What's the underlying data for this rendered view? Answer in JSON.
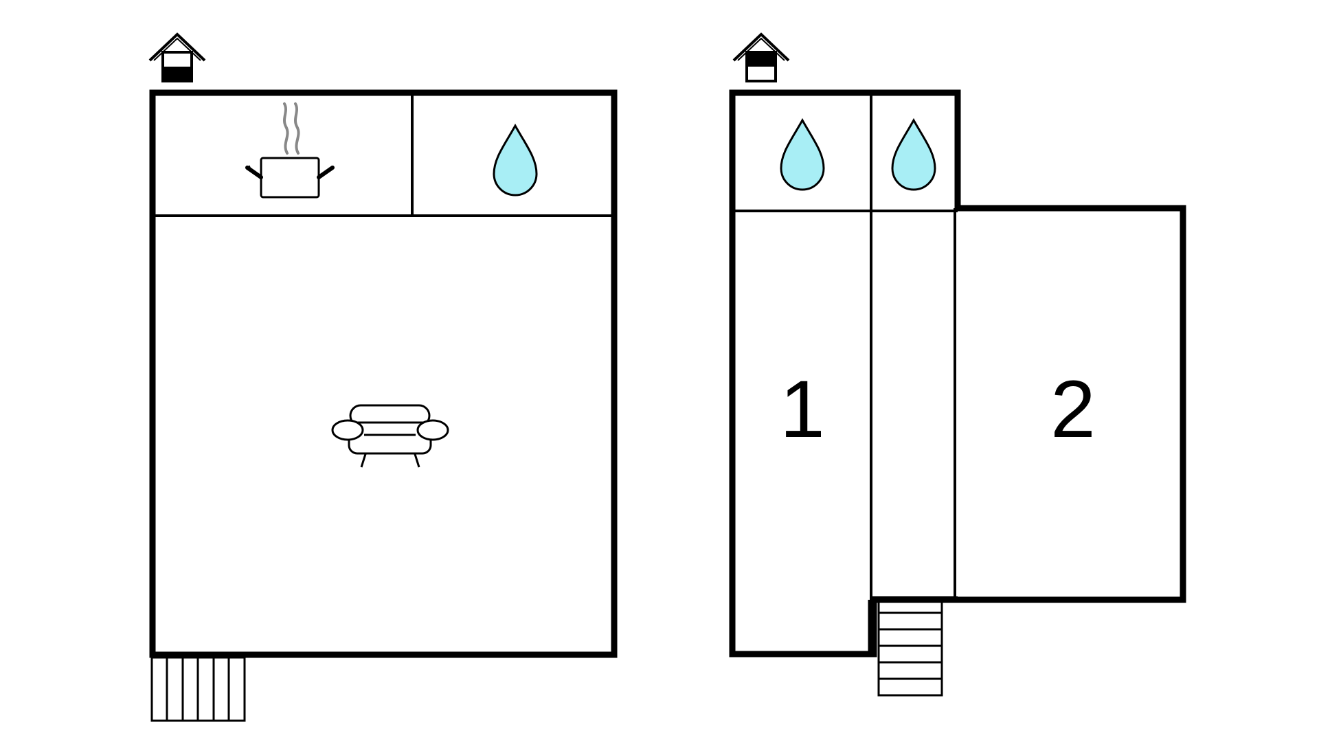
{
  "floors": [
    {
      "level": "ground-floor",
      "level_indicator_icon": "house-floor-indicator-icon",
      "rooms": [
        {
          "type": "kitchen",
          "icon": "cooking-pot-icon"
        },
        {
          "type": "bathroom",
          "icon": "water-drop-icon"
        },
        {
          "type": "living-room",
          "icon": "sofa-icon"
        }
      ],
      "exterior": {
        "type": "terrace",
        "icon": "deck-icon"
      }
    },
    {
      "level": "upper-floor",
      "level_indicator_icon": "house-floor-indicator-icon",
      "rooms": [
        {
          "type": "bathroom",
          "icon": "water-drop-icon"
        },
        {
          "type": "bathroom",
          "icon": "water-drop-icon"
        },
        {
          "type": "bedroom",
          "number": "1"
        },
        {
          "type": "hallway"
        },
        {
          "type": "bedroom",
          "number": "2"
        }
      ],
      "exterior": {
        "type": "staircase",
        "icon": "stairs-icon"
      }
    }
  ],
  "colors": {
    "wall": "#000000",
    "background": "#ffffff",
    "water_drop": "#a8eef5",
    "steam": "#888888"
  }
}
